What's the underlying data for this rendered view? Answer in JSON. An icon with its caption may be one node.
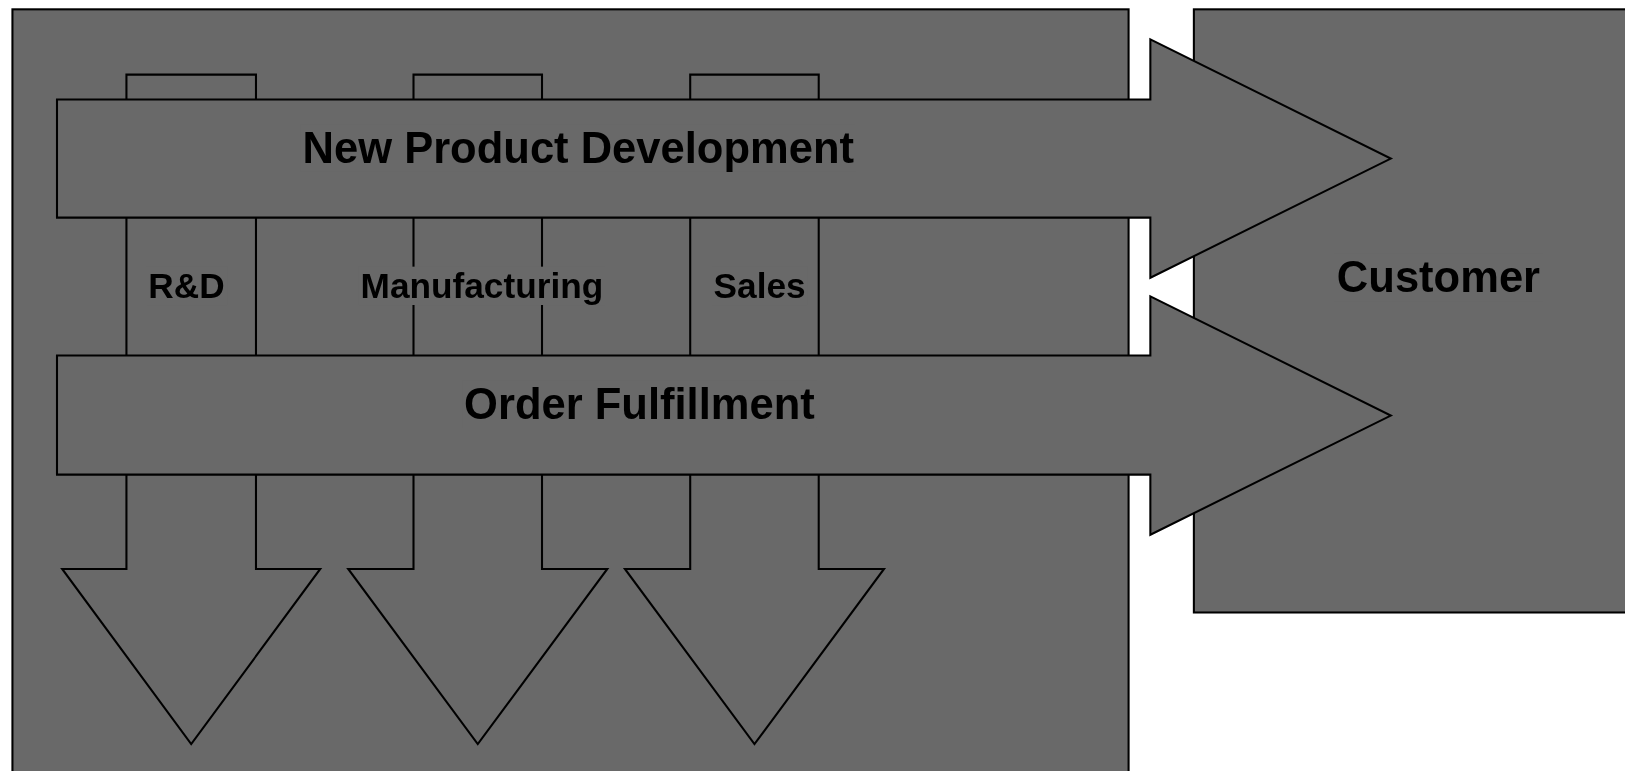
{
  "diagram": {
    "nodes": [
      {
        "text": [],
        "shape": "box"
      },
      {
        "text": [
          "R&D"
        ],
        "in": 0
      },
      {
        "text": [
          "Manufacturing"
        ],
        "in": 0
      },
      {
        "text": [
          "Sales"
        ],
        "in": 0
      },
      {
        "text": [
          "New Product Development"
        ]
      },
      {
        "text": [
          "Order Fulfillment"
        ]
      },
      {
        "text": [
          "Customer"
        ]
      }
    ],
    "edges": []
  }
}
